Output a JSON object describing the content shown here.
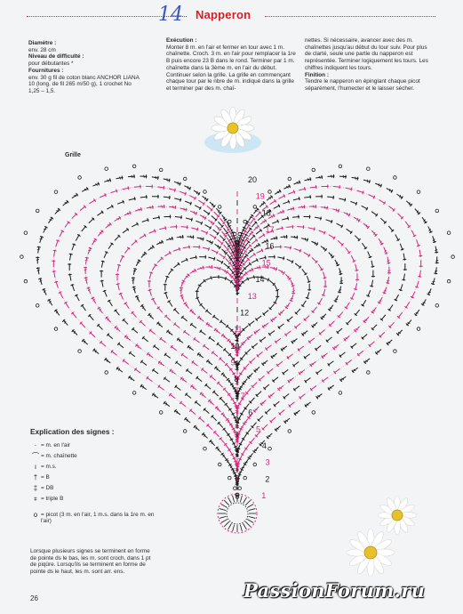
{
  "header": {
    "handwritten_number": "14",
    "title": "Napperon"
  },
  "info": {
    "diametre_label": "Diamètre :",
    "diametre_value": "env. 28 cm",
    "niveau_label": "Niveau de difficulté :",
    "niveau_value": "pour débutantes *",
    "fournitures_label": "Fournitures :",
    "fournitures_value": "env. 30 g fil de coton blanc ANCHOR LIANA 10 (long. de fil 265 m/50 g), 1 crochet No 1,25 – 1,5."
  },
  "execution": {
    "label": "Exécution :",
    "text": "Monter 8 m. en l'air et fermer en tour avec 1 m. chaînette. Croch. 3 m. en l'air pour remplacer la 1re B puis encore 23 B dans le rond. Terminer par 1 m. chaînette dans la 3ème m. en l'air du début. Continuer selon la grille. La grille en commençant chaque tour par le nbre de m. indiqué dans la grille et terminer par des m. chaî-"
  },
  "continuation": {
    "text": "nettes. Si nécessaire, avancer avec des m. chaînettes jusqu'au début du tour suiv. Pour plus de clarté, seule une partie du napperon est représentée. Terminer logiquement les tours. Les chiffres indiquent les tours.",
    "finition_label": "Finition :",
    "finition_text": "Tendre le napperon en épinglant chaque picot séparément, l'humecter et le laisser sécher."
  },
  "chart_label": "Grille",
  "row_numbers": [
    "20",
    "19",
    "18",
    "17",
    "16",
    "15",
    "14",
    "13",
    "12",
    "11",
    "10",
    "9",
    "8",
    "7",
    "6",
    "5",
    "4",
    "3",
    "2",
    "1"
  ],
  "legend": {
    "title": "Explication des signes :",
    "items": [
      {
        "icon": "dot",
        "label": "= m. en l'air"
      },
      {
        "icon": "arc",
        "label": "= m. chaînette"
      },
      {
        "icon": "bar",
        "label": "= m.s."
      },
      {
        "icon": "treble",
        "label": "= B"
      },
      {
        "icon": "double-treble",
        "label": "= DB"
      },
      {
        "icon": "triple-treble",
        "label": "= triple B"
      },
      {
        "icon": "picot",
        "label": "= picot (3 m. en l'air, 1 m.s. dans la 1re m. en l'air)"
      }
    ]
  },
  "note": "Lorsque plusieurs signes se terminent en forme de pointe ds le bas, les m. sont croch. dans 1 pt de piqûre. Lorsqu'ils se terminent en forme de pointe ds le haut, les m. sont arr. ens.",
  "page_number": "26",
  "watermark": "PassionForum.ru",
  "colors": {
    "title_red": "#d81f26",
    "chart_pink": "#d6257a",
    "chart_black": "#1a1a1a",
    "handwriting_blue": "#3d56b8"
  }
}
